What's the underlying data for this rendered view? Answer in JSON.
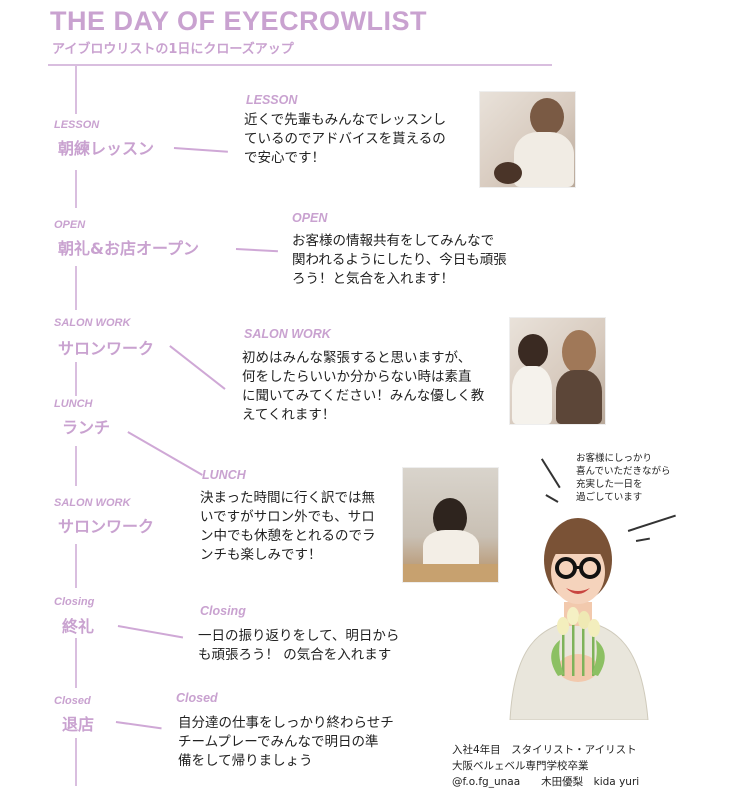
{
  "header": {
    "title": "THE DAY OF EYECROWLIST",
    "subtitle": "アイブロウリストの1日にクローズアップ"
  },
  "timeline": [
    {
      "tag": "LESSON",
      "label": "朝練レッスン",
      "detail_tag": "LESSON",
      "detail": "近くで先輩もみんなでレッスンし\nているのでアドバイスを貰えるの\nで安心です！"
    },
    {
      "tag": "OPEN",
      "label": "朝礼&お店オープン",
      "detail_tag": "OPEN",
      "detail": "お客様の情報共有をしてみんなで\n関われるようにしたり、今日も頑張\nろう！と気合を入れます！"
    },
    {
      "tag": "SALON WORK",
      "label": "サロンワーク",
      "detail_tag": "SALON WORK",
      "detail": "初めはみんな緊張すると思いますが、\n何をしたらいいか分からない時は素直\nに聞いてみてください！みんな優しく教\nえてくれます！"
    },
    {
      "tag": "LUNCH",
      "label": "ランチ",
      "detail_tag": "LUNCH",
      "detail": "決まった時間に行く訳では無\nいですがサロン外でも、サロ\nン中でも休憩をとれるのでラ\nンチも楽しみです！"
    },
    {
      "tag": "SALON WORK",
      "label": "サロンワーク"
    },
    {
      "tag": "Closing",
      "label": "終礼",
      "detail_tag": "Closing",
      "detail": "一日の振り返りをして、明日から\nも頑張ろう！ の気合を入れます"
    },
    {
      "tag": "Closed",
      "label": "退店",
      "detail_tag": "Closed",
      "detail": "自分達の仕事をしっかり終わらせチ\nチームプレーでみんなで明日の準\n備をして帰りましょう"
    }
  ],
  "speech_bubble": "お客様にしっかり\n喜んでいただきながら\n充実した一日を\n過ごしています",
  "profile": {
    "line1": "入社4年目　スタイリスト・アイリスト",
    "line2": "大阪ベルェベル専門学校卒業",
    "line3": "@f.o.fg_unaa　　木田優梨　kida yuri"
  }
}
